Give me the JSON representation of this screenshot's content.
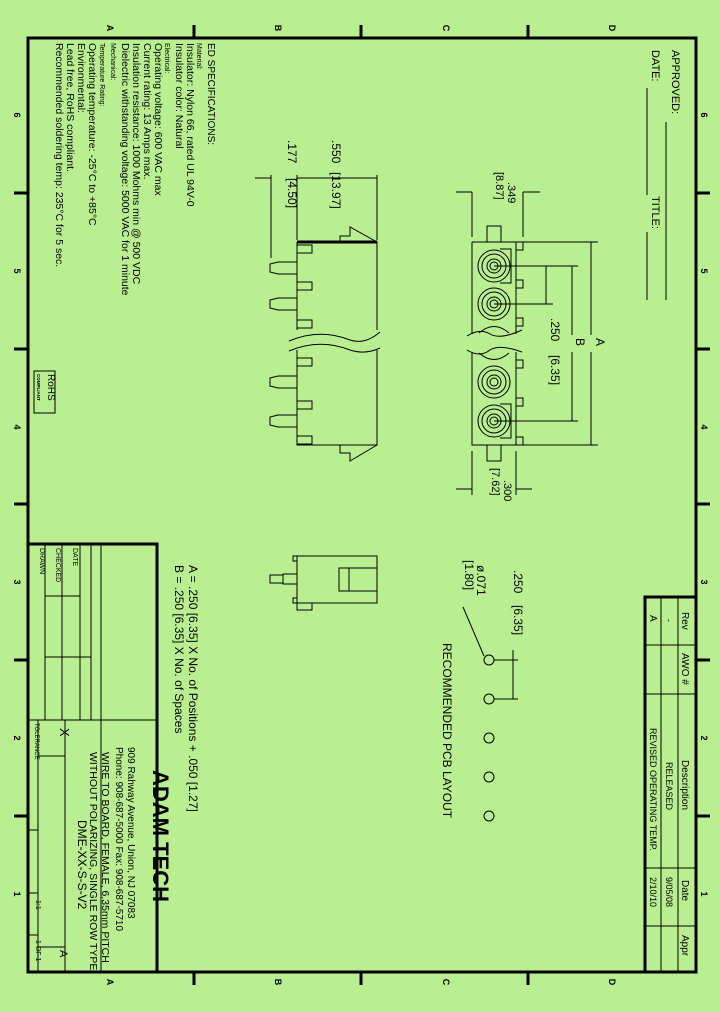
{
  "border": {
    "zones_top": [
      "A",
      "B",
      "C",
      "D"
    ],
    "zones_bottom": [
      "A",
      "B",
      "C",
      "D"
    ],
    "zones_left": [
      "6",
      "5",
      "4",
      "3",
      "2",
      "1"
    ],
    "zones_right": [
      "6",
      "5",
      "4",
      "3",
      "2",
      "1"
    ]
  },
  "approval": {
    "approved_label": "APPROVED:",
    "date_label": "DATE:",
    "title_label": "TITLE:"
  },
  "specifications": {
    "heading": "ED SPECIFICATIONS:",
    "lines": [
      "Material:",
      "Insulator: Nylon 66, rated UL 94V-0",
      "Insulator color: Natural",
      "Electrical:",
      "Operating voltage: 600 VAC max",
      "Current rating: 13 Amps max.",
      "Insulation resistance: 1000 Mohms min @ 500 VDC",
      "Dielectric withstanding voltage: 5000 VAC for 1 minute",
      "Mechanical:",
      "Temperature Rating:",
      "Operating temperature: -25°C to +85°C",
      "Environmental:",
      "Lead free, RoHS compliant.",
      "Recommended soldering temp: 235°C for 5 sec."
    ],
    "rohs_badge": "RoHS",
    "rohs_sub": "COMPLIANT"
  },
  "top_view": {
    "dim_width": ".349",
    "dim_width_mm": "[8.87]",
    "dim_pitch": ".250",
    "dim_pitch_mm": "[6.35]",
    "dim_a": "A",
    "dim_b": "B",
    "dim_depth": ".300",
    "dim_depth_mm": "[7.62]"
  },
  "side_view": {
    "dim_height": ".550",
    "dim_height_mm": "[13.97]",
    "dim_pin": ".177",
    "dim_pin_mm": "[4.50]"
  },
  "pcb_layout": {
    "label": "RECOMMENDED PCB LAYOUT",
    "dim_pitch": ".250",
    "dim_pitch_mm": "[6.35]",
    "dim_hole": "ø.071",
    "dim_hole_mm": "[1.80]"
  },
  "formulas": {
    "a": "A = .250 [6.35] X No. of Positions + .050 [1.27]",
    "b": "B = .250 [6.35] X No. of Spaces"
  },
  "title_block": {
    "company": "ADAM TECH",
    "address": "909 Rahway Avenue, Union, NJ 07083",
    "phone": "Phone: 908-687-5000 Fax: 908-687-5710",
    "desc_line1": "WIRE TO BOARD, FEMALE, 6.35mm PITCH",
    "desc_line2": "WITHOUT POLARIZING, SINGLE ROW TYPE",
    "part_number": "DME-XX-S-S-V2",
    "size_value": "X",
    "rev_value": "A",
    "scale_value": "1:1",
    "sheet_value": "1 OF 1",
    "tolerance_label": "TOLERANCE",
    "drawn_label": "DRAWN",
    "checked_label": "CHECKED",
    "date_label": "DATE"
  },
  "revision_table": {
    "headers": [
      "Rev",
      "AWO #",
      "Description",
      "Date",
      "Appr"
    ],
    "rows": [
      {
        "rev": "-",
        "awo": "",
        "description": "RELEASED",
        "date": "9/05/08",
        "appr": ""
      },
      {
        "rev": "A",
        "awo": "",
        "description": "REVISED OPERATING TEMP.",
        "date": "2/10/10",
        "appr": ""
      }
    ]
  }
}
